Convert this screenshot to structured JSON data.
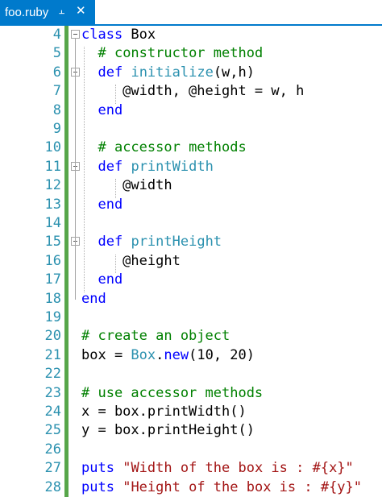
{
  "tab": {
    "title": "foo.ruby",
    "pin_icon": "pin-icon",
    "close_icon": "close-icon"
  },
  "colors": {
    "accent": "#007acc",
    "line_number": "#2b91af",
    "keyword": "#0000ff",
    "comment": "#008000",
    "string": "#a31515",
    "change_bar": "#57a64a"
  },
  "lines": [
    {
      "num": "4",
      "tokens": [
        {
          "t": "kw",
          "v": "class"
        },
        {
          "t": "",
          "v": " Box"
        }
      ]
    },
    {
      "num": "5",
      "tokens": [
        {
          "t": "",
          "v": "  "
        },
        {
          "t": "cm",
          "v": "# constructor method"
        }
      ]
    },
    {
      "num": "6",
      "tokens": [
        {
          "t": "",
          "v": "  "
        },
        {
          "t": "kw",
          "v": "def"
        },
        {
          "t": "",
          "v": " "
        },
        {
          "t": "fn",
          "v": "initialize"
        },
        {
          "t": "",
          "v": "(w,h)"
        }
      ]
    },
    {
      "num": "7",
      "tokens": [
        {
          "t": "",
          "v": "     @width, @height = w, h"
        }
      ]
    },
    {
      "num": "8",
      "tokens": [
        {
          "t": "",
          "v": "  "
        },
        {
          "t": "kw",
          "v": "end"
        }
      ]
    },
    {
      "num": "9",
      "tokens": []
    },
    {
      "num": "10",
      "tokens": [
        {
          "t": "",
          "v": "  "
        },
        {
          "t": "cm",
          "v": "# accessor methods"
        }
      ]
    },
    {
      "num": "11",
      "tokens": [
        {
          "t": "",
          "v": "  "
        },
        {
          "t": "kw",
          "v": "def"
        },
        {
          "t": "",
          "v": " "
        },
        {
          "t": "fn",
          "v": "printWidth"
        }
      ]
    },
    {
      "num": "12",
      "tokens": [
        {
          "t": "",
          "v": "     @width"
        }
      ]
    },
    {
      "num": "13",
      "tokens": [
        {
          "t": "",
          "v": "  "
        },
        {
          "t": "kw",
          "v": "end"
        }
      ]
    },
    {
      "num": "14",
      "tokens": []
    },
    {
      "num": "15",
      "tokens": [
        {
          "t": "",
          "v": "  "
        },
        {
          "t": "kw",
          "v": "def"
        },
        {
          "t": "",
          "v": " "
        },
        {
          "t": "fn",
          "v": "printHeight"
        }
      ]
    },
    {
      "num": "16",
      "tokens": [
        {
          "t": "",
          "v": "     @height"
        }
      ]
    },
    {
      "num": "17",
      "tokens": [
        {
          "t": "",
          "v": "  "
        },
        {
          "t": "kw",
          "v": "end"
        }
      ]
    },
    {
      "num": "18",
      "tokens": [
        {
          "t": "kw",
          "v": "end"
        }
      ]
    },
    {
      "num": "19",
      "tokens": []
    },
    {
      "num": "20",
      "tokens": [
        {
          "t": "cm",
          "v": "# create an object"
        }
      ]
    },
    {
      "num": "21",
      "tokens": [
        {
          "t": "",
          "v": "box = "
        },
        {
          "t": "fn",
          "v": "Box"
        },
        {
          "t": "",
          "v": "."
        },
        {
          "t": "kw",
          "v": "new"
        },
        {
          "t": "",
          "v": "(10, 20)"
        }
      ]
    },
    {
      "num": "22",
      "tokens": []
    },
    {
      "num": "23",
      "tokens": [
        {
          "t": "cm",
          "v": "# use accessor methods"
        }
      ]
    },
    {
      "num": "24",
      "tokens": [
        {
          "t": "",
          "v": "x = box.printWidth()"
        }
      ]
    },
    {
      "num": "25",
      "tokens": [
        {
          "t": "",
          "v": "y = box.printHeight()"
        }
      ]
    },
    {
      "num": "26",
      "tokens": []
    },
    {
      "num": "27",
      "tokens": [
        {
          "t": "kw",
          "v": "puts"
        },
        {
          "t": "",
          "v": " "
        },
        {
          "t": "str",
          "v": "\"Width of the box is : #{x}\""
        }
      ]
    },
    {
      "num": "28",
      "tokens": [
        {
          "t": "kw",
          "v": "puts"
        },
        {
          "t": "",
          "v": " "
        },
        {
          "t": "str",
          "v": "\"Height of the box is : #{y}\""
        }
      ]
    }
  ]
}
